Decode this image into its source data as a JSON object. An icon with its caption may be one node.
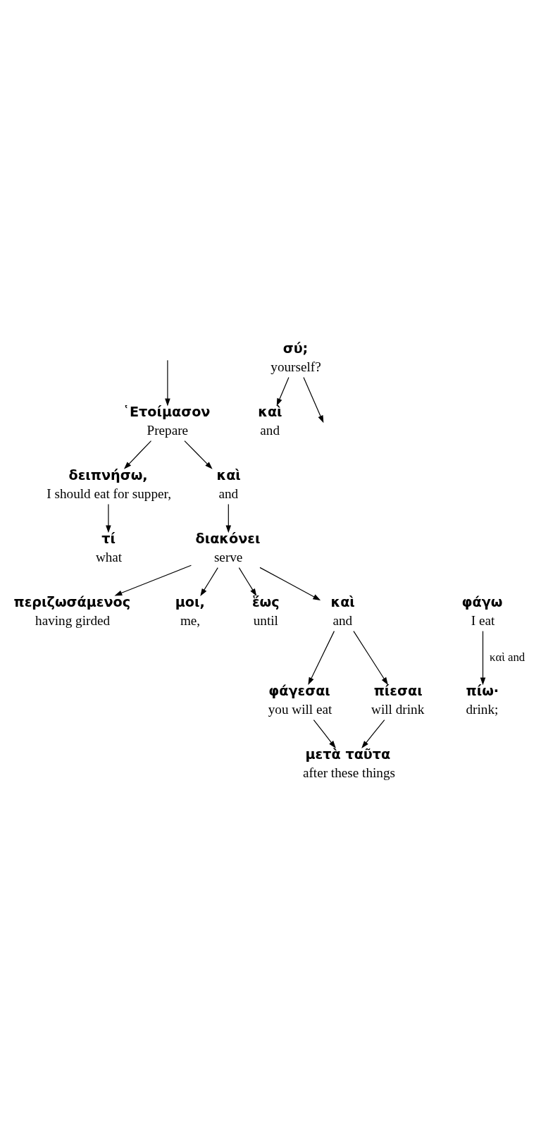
{
  "diagram": {
    "nodes": [
      {
        "text": [
          "῾Ετοίμασον",
          "Prepare"
        ]
      },
      {
        "text": [
          "τί",
          "what"
        ]
      },
      {
        "text": [
          "δειπνήσω,",
          "I should eat for supper,"
        ]
      },
      {
        "text": [
          "καὶ",
          "and"
        ]
      },
      {
        "text": [
          "περιζωσάμενος",
          "having girded"
        ]
      },
      {
        "text": [
          "διακόνει",
          "serve"
        ]
      },
      {
        "text": [
          "μοι,",
          "me,"
        ]
      },
      {
        "text": [
          "ἕως",
          "until"
        ]
      },
      {
        "text": [
          "φάγω",
          "I eat"
        ]
      },
      {
        "text": [
          "πίω·",
          "drink;"
        ]
      },
      {
        "text": [
          "καὶ",
          "and"
        ]
      },
      {
        "text": [
          "μετὰ ταῦτα",
          "after these things"
        ]
      },
      {
        "text": [
          "φάγεσαι",
          "you will eat"
        ]
      },
      {
        "text": [
          "καὶ",
          "and"
        ]
      },
      {
        "text": [
          "πίεσαι",
          "will drink"
        ]
      },
      {
        "text": [
          "σύ;",
          "yourself?"
        ]
      }
    ],
    "edges": [
      {
        "from": null,
        "to": 0,
        "arrow": "to"
      },
      {
        "from": 0,
        "to": 2,
        "arrow": "to"
      },
      {
        "from": 2,
        "to": 1,
        "arrow": "to"
      },
      {
        "from": 0,
        "to": 3,
        "arrow": "to"
      },
      {
        "from": 3,
        "to": 5,
        "arrow": "to"
      },
      {
        "from": 5,
        "to": 4,
        "arrow": "to"
      },
      {
        "from": 5,
        "to": 6,
        "arrow": "to"
      },
      {
        "from": 5,
        "to": 7,
        "arrow": "to"
      },
      {
        "from": 8,
        "to": 9,
        "arrow": "to",
        "label": "καὶ and"
      },
      {
        "from": 5,
        "to": 10,
        "arrow": "to"
      },
      {
        "from": 10,
        "to": 12,
        "arrow": "to"
      },
      {
        "from": 10,
        "to": 14,
        "arrow": "to"
      },
      {
        "from": 12,
        "to": 11,
        "arrow": "to"
      },
      {
        "from": 14,
        "to": 11,
        "arrow": "to"
      },
      {
        "from": 15,
        "to": null,
        "arrow": "to"
      },
      {
        "from": 15,
        "to": 13,
        "arrow": "to"
      }
    ]
  }
}
